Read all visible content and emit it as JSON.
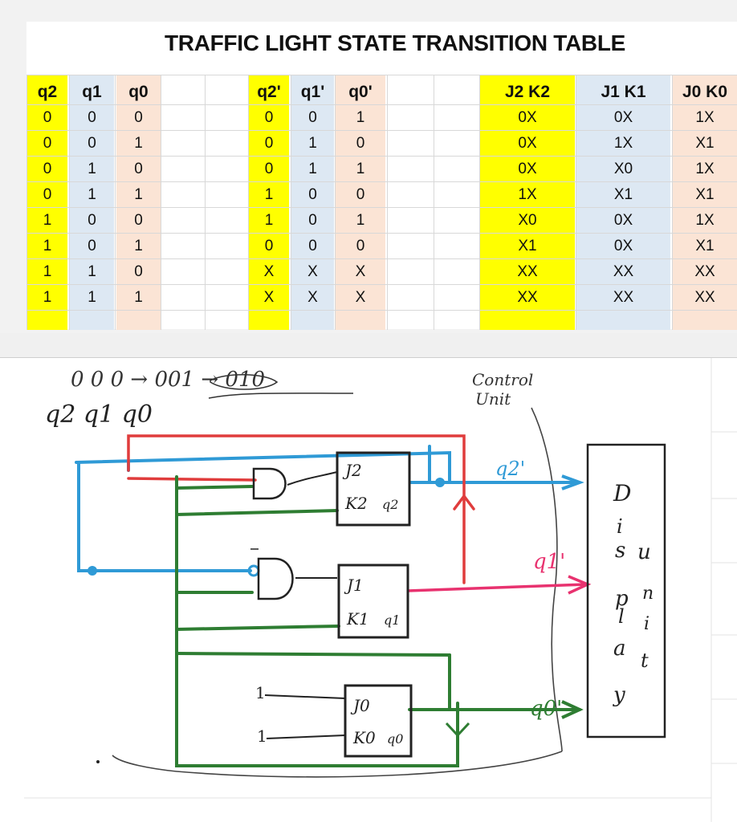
{
  "table": {
    "title": "TRAFFIC LIGHT STATE TRANSITION TABLE",
    "headers": [
      "q2",
      "q1",
      "q0",
      "q2'",
      "q1'",
      "q0'",
      "J2 K2",
      "J1 K1",
      "J0 K0"
    ],
    "rows": [
      [
        "0",
        "0",
        "0",
        "0",
        "0",
        "1",
        "0X",
        "0X",
        "1X"
      ],
      [
        "0",
        "0",
        "1",
        "0",
        "1",
        "0",
        "0X",
        "1X",
        "X1"
      ],
      [
        "0",
        "1",
        "0",
        "0",
        "1",
        "1",
        "0X",
        "X0",
        "1X"
      ],
      [
        "0",
        "1",
        "1",
        "1",
        "0",
        "0",
        "1X",
        "X1",
        "X1"
      ],
      [
        "1",
        "0",
        "0",
        "1",
        "0",
        "1",
        "X0",
        "0X",
        "1X"
      ],
      [
        "1",
        "0",
        "1",
        "0",
        "0",
        "0",
        "X1",
        "0X",
        "X1"
      ],
      [
        "1",
        "1",
        "0",
        "X",
        "X",
        "X",
        "XX",
        "XX",
        "XX"
      ],
      [
        "1",
        "1",
        "1",
        "X",
        "X",
        "X",
        "XX",
        "XX",
        "XX"
      ]
    ],
    "colors": {
      "q2": "#ffff00",
      "q1": "#dde8f3",
      "q0": "#fbe4d5"
    }
  },
  "sketch": {
    "top_note": "0 0 0 → 001 → 010",
    "state_vars": "q2 q1 q0",
    "control_unit": [
      "Control",
      "Unit"
    ],
    "flipflops": [
      {
        "j": "J2",
        "k": "K2",
        "q": "q2"
      },
      {
        "j": "J1",
        "k": "K1",
        "q": "q1"
      },
      {
        "j": "J0",
        "k": "K0",
        "q": "q0"
      }
    ],
    "outputs": [
      "q2'",
      "q1'",
      "q0'"
    ],
    "inputs_const": [
      "1",
      "1"
    ],
    "display_letters": [
      "D",
      "i",
      "s",
      "p",
      "l",
      "a",
      "y"
    ],
    "unit_letters": [
      "u",
      "n",
      "i",
      "t"
    ],
    "pen_colors": {
      "blue": "#2f9ad6",
      "red": "#e03c3c",
      "green": "#2e7d32",
      "pink": "#e8326f",
      "black": "#222222"
    }
  }
}
